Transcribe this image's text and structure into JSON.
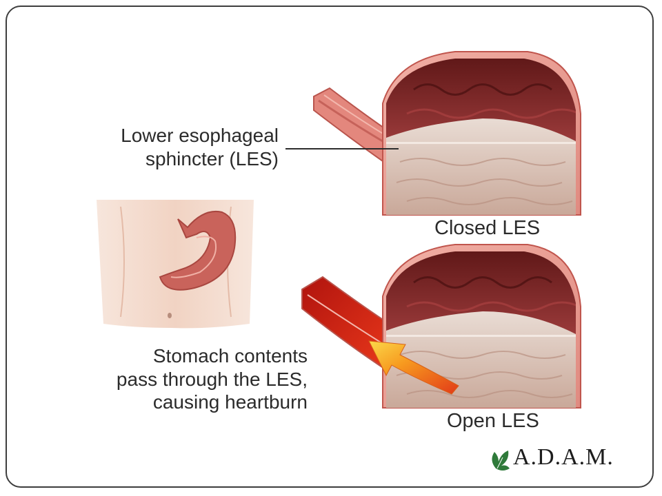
{
  "labels": {
    "les": [
      "Lower esophageal",
      "sphincter (LES)"
    ],
    "closed": "Closed LES",
    "open": "Open LES",
    "contents": [
      "Stomach contents",
      "pass through the LES,",
      "causing heartburn"
    ]
  },
  "logo": {
    "text": "A.D.A.M.",
    "icon": "leaf-icon"
  },
  "colors": {
    "stomach_wall": "#e58e8e",
    "stomach_wall_dark": "#c85a5a",
    "stomach_interior": "#7b2727",
    "stomach_contents": "#d8c6bc",
    "skin": "#f2d4c4",
    "reflux": "#e02a1a",
    "reflux_arrow": "#f6b825",
    "border": "#3d3d3d",
    "logo_leaf": "#2f7a3a"
  }
}
